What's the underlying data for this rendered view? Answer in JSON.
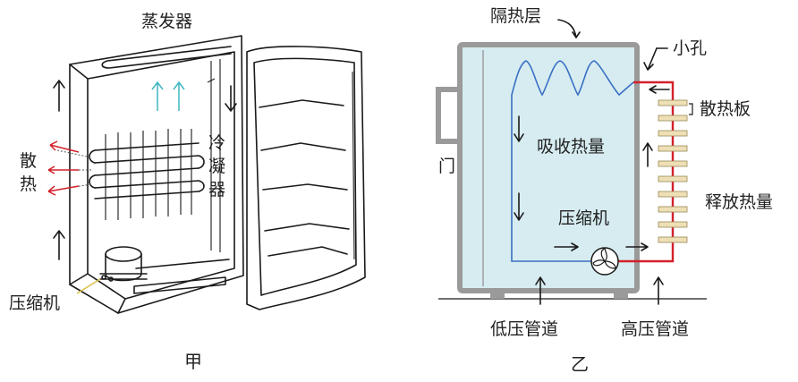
{
  "figure_a": {
    "caption": "甲",
    "evaporator": "蒸发器",
    "condenser_chars": [
      "冷",
      "凝",
      "器"
    ],
    "heat_dissipation_chars": [
      "散",
      "热"
    ],
    "compressor": "压缩机"
  },
  "figure_b": {
    "caption": "乙",
    "insulation_layer": "隔热层",
    "small_hole": "小孔",
    "heat_sink": "散热板",
    "door": "门",
    "absorb_heat": "吸收热量",
    "release_heat": "释放热量",
    "compressor": "压缩机",
    "low_pressure_pipe": "低压管道",
    "high_pressure_pipe": "高压管道"
  },
  "colors": {
    "cabinet_fill": "#d6ecf0",
    "cabinet_stroke": "#9a9a9a",
    "low_pressure_pipe": "#3a6fc4",
    "high_pressure_pipe": "#d4202a",
    "heat_arrow": "#d4202a",
    "cold_arrow": "#3fb6c0",
    "heat_fin": "#eedfb5"
  }
}
